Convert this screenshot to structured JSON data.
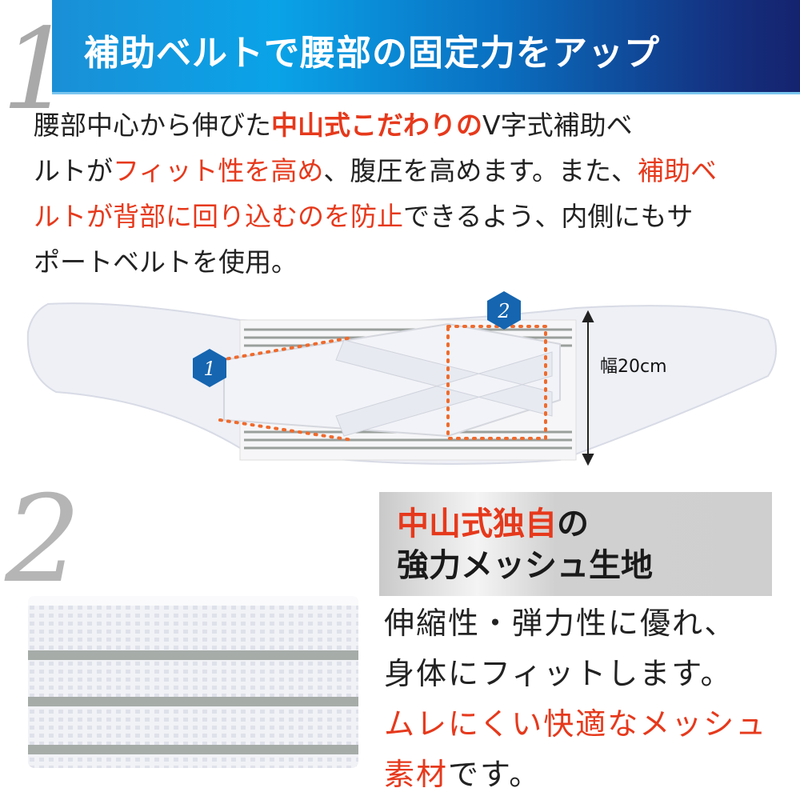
{
  "section1": {
    "number": "1",
    "title": "補助ベルトで腰部の固定力をアップ",
    "paragraph_lines": [
      [
        {
          "text": "腰部中心から伸びた",
          "style": ""
        },
        {
          "text": "中山式こだわりの",
          "style": "red bold"
        },
        {
          "text": "V字式補助ベ",
          "style": ""
        }
      ],
      [
        {
          "text": "ルトが",
          "style": ""
        },
        {
          "text": "フィット性を高め",
          "style": "red"
        },
        {
          "text": "、腹圧を高めます。また、",
          "style": ""
        },
        {
          "text": "補助ベ",
          "style": "red"
        }
      ],
      [
        {
          "text": "ルトが背部に回り込むのを防止",
          "style": "red"
        },
        {
          "text": "できるよう、内側にもサ",
          "style": ""
        }
      ],
      [
        {
          "text": "ポートベルトを使用。",
          "style": ""
        }
      ]
    ],
    "width_label": "幅20cm",
    "badges": [
      "1",
      "2"
    ]
  },
  "section2": {
    "number": "2",
    "title_red": "中山式独自",
    "title_black1": "の",
    "title_line2": "強力メッシュ生地",
    "text_lines": [
      [
        {
          "text": "伸縮性・弾力性に優れ、",
          "style": ""
        }
      ],
      [
        {
          "text": "身体にフィットします。",
          "style": ""
        }
      ],
      [
        {
          "text": "ムレにくい快適なメッシュ",
          "style": "red"
        }
      ],
      [
        {
          "text": "素材",
          "style": "red"
        },
        {
          "text": "です。",
          "style": ""
        }
      ]
    ]
  },
  "colors": {
    "accent_red": "#e6391c",
    "header_blue": "#0aa3e8",
    "header_navy": "#15236e",
    "badge_blue": "#1565b0",
    "dots_orange": "#ef6a2c"
  }
}
